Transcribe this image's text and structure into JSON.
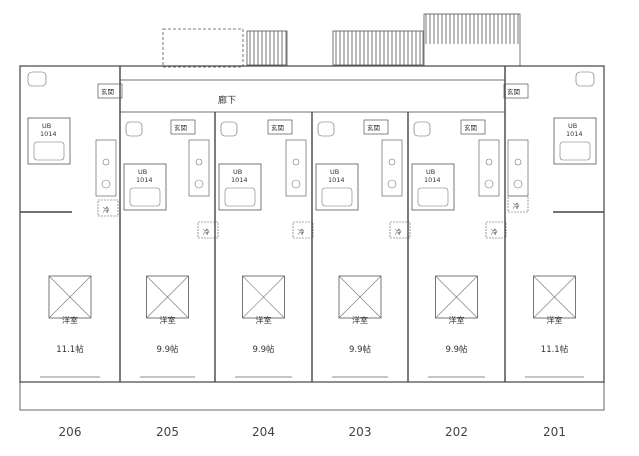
{
  "corridor_label": "廊下",
  "units": [
    {
      "number": "206",
      "room": "洋室",
      "area": "11.1帖",
      "ub": "UB",
      "ub_size": "1014",
      "entrance": "玄関",
      "fridge": ""
    },
    {
      "number": "205",
      "room": "洋室",
      "area": "9.9帖",
      "ub": "UB",
      "ub_size": "1014",
      "entrance": "玄関",
      "fridge": "冷"
    },
    {
      "number": "204",
      "room": "洋室",
      "area": "9.9帖",
      "ub": "UB",
      "ub_size": "1014",
      "entrance": "玄関",
      "fridge": "冷"
    },
    {
      "number": "203",
      "room": "洋室",
      "area": "9.9帖",
      "ub": "UB",
      "ub_size": "1014",
      "entrance": "玄関",
      "fridge": "冷"
    },
    {
      "number": "202",
      "room": "洋室",
      "area": "9.9帖",
      "ub": "UB",
      "ub_size": "1014",
      "entrance": "玄関",
      "fridge": "冷"
    },
    {
      "number": "201",
      "room": "洋室",
      "area": "11.1帖",
      "ub": "UB",
      "ub_size": "1014",
      "entrance": "玄関",
      "fridge": "冷"
    }
  ],
  "extra_fridge_label": "冷"
}
